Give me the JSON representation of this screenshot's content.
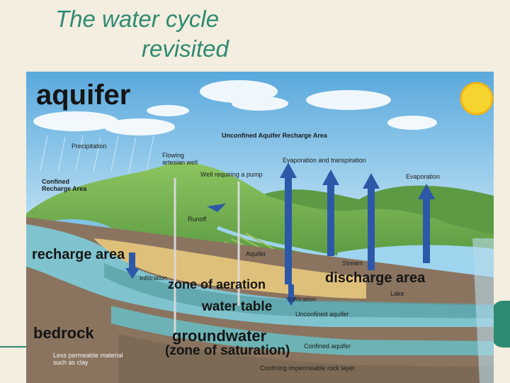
{
  "slide": {
    "title_line1": "The water cycle",
    "title_line2": "revisited"
  },
  "figure": {
    "heading": "aquifer",
    "labels": {
      "precipitation": "Precipitation",
      "confined_recharge_area": "Confined\nRecharge Area",
      "flowing_artesian_well": "Flowing\nartesian well",
      "well_requiring_pump": "Well requiring a pump",
      "unconfined_recharge_area": "Unconfined Aquifer Recharge Area",
      "evap_transpiration": "Evaporation and transpiration",
      "evaporation": "Evaporation",
      "runoff": "Runoff",
      "aquifer_small": "Aquifer",
      "stream": "Stream",
      "infiltration_left": "Infiltration",
      "infiltration_right": "Infiltration",
      "lake": "Lake",
      "unconfined_aquifer": "Unconfined aquifer",
      "confined_aquifer": "Confined aquifer",
      "less_permeable": "Less permeable material\nsuch as clay",
      "confining_layer": "Confining impermeable rock layer"
    },
    "big_labels": {
      "recharge_area": "recharge area",
      "zone_of_aeration": "zone of aeration",
      "discharge_area": "discharge area",
      "water_table": "water table",
      "bedrock": "bedrock",
      "groundwater": "groundwater",
      "zone_of_saturation": "(zone of saturation)"
    }
  }
}
